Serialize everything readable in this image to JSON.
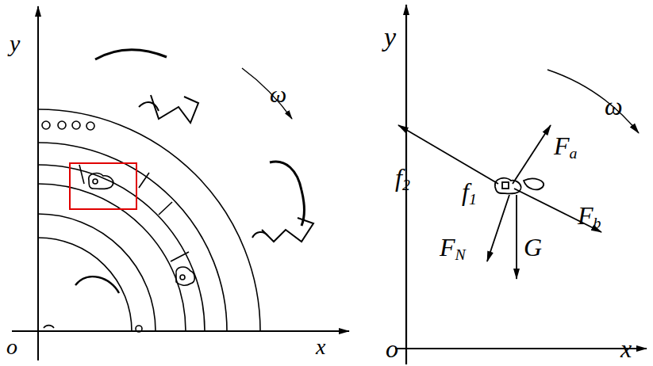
{
  "diagram": {
    "labels": [
      "y",
      "o",
      "x",
      "ω",
      "y",
      "ω",
      "Fa",
      "f2",
      "f1",
      "Fb",
      "FN",
      "G",
      "o",
      "x"
    ]
  }
}
